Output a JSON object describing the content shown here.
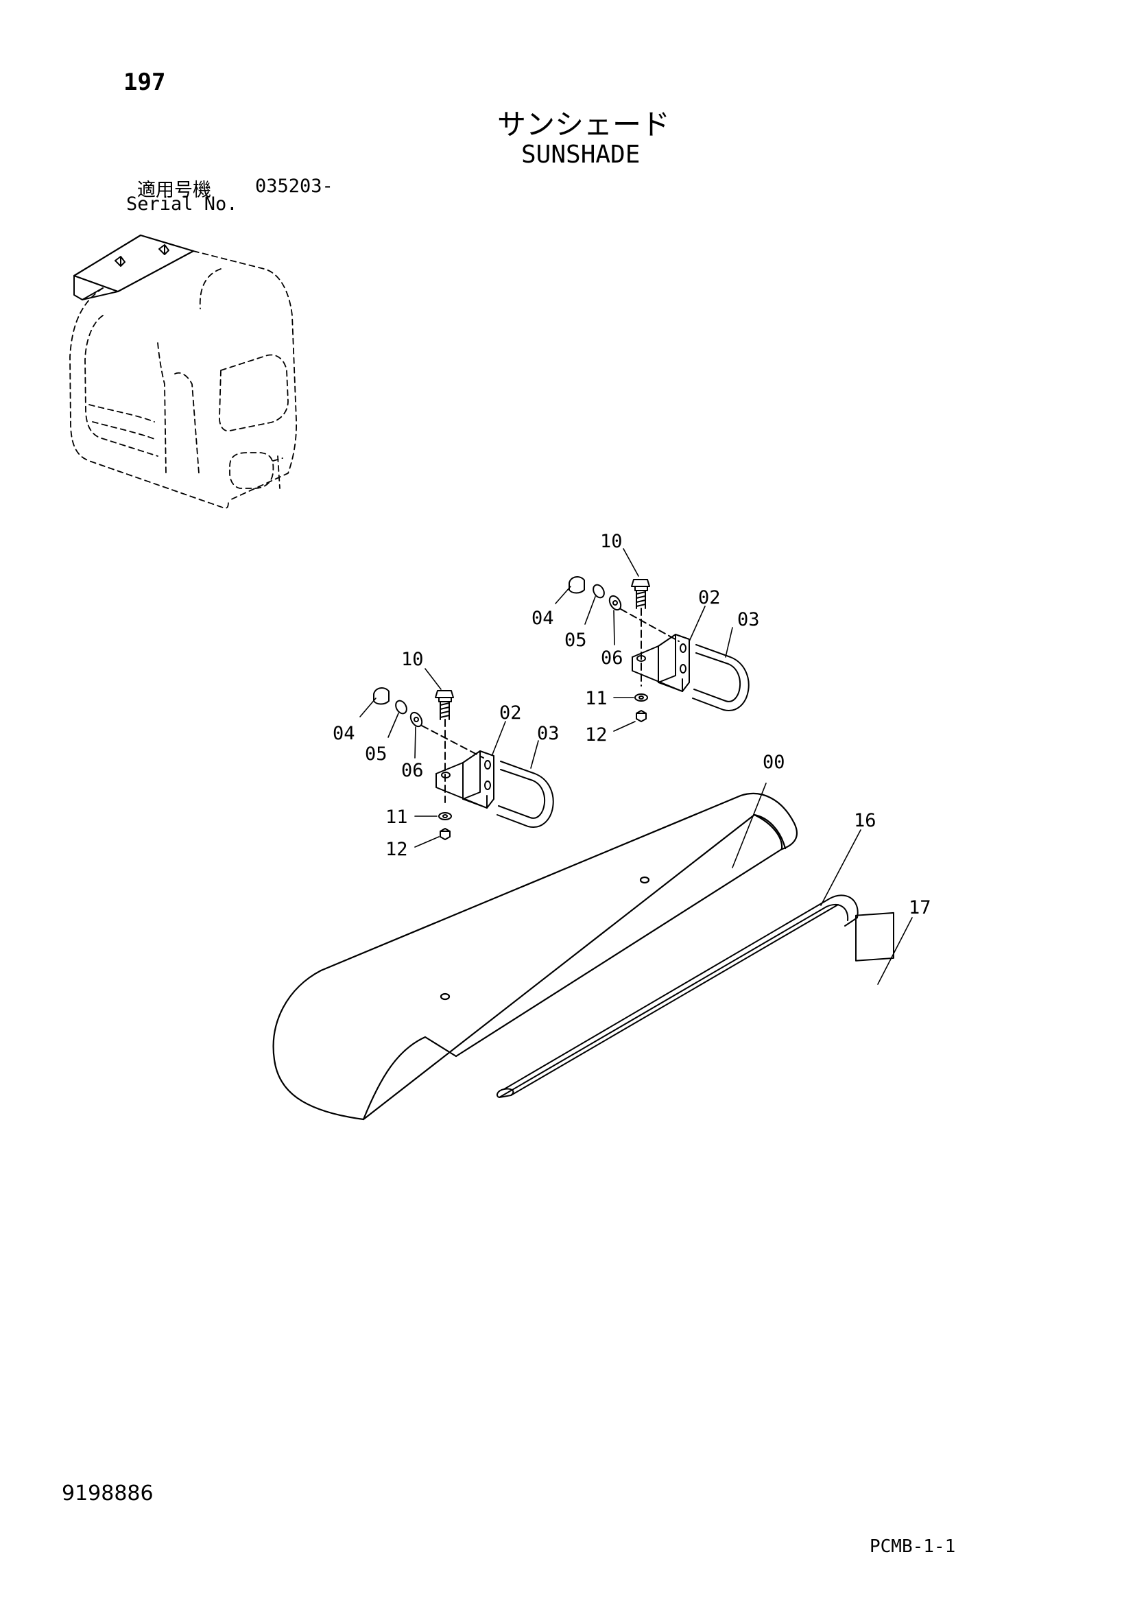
{
  "header": {
    "page_number": "197",
    "title_jp": "サンシェード",
    "title_en": "SUNSHADE",
    "serial_label_jp": "適用号機",
    "serial_value": "035203-",
    "serial_label_en": "Serial No."
  },
  "footer": {
    "doc_number": "9198886",
    "page_code": "PCMB-1-1"
  },
  "callouts": {
    "00": "00",
    "02": "02",
    "03": "03",
    "04": "04",
    "05": "05",
    "06": "06",
    "10": "10",
    "11": "11",
    "12": "12",
    "16": "16",
    "17": "17"
  }
}
